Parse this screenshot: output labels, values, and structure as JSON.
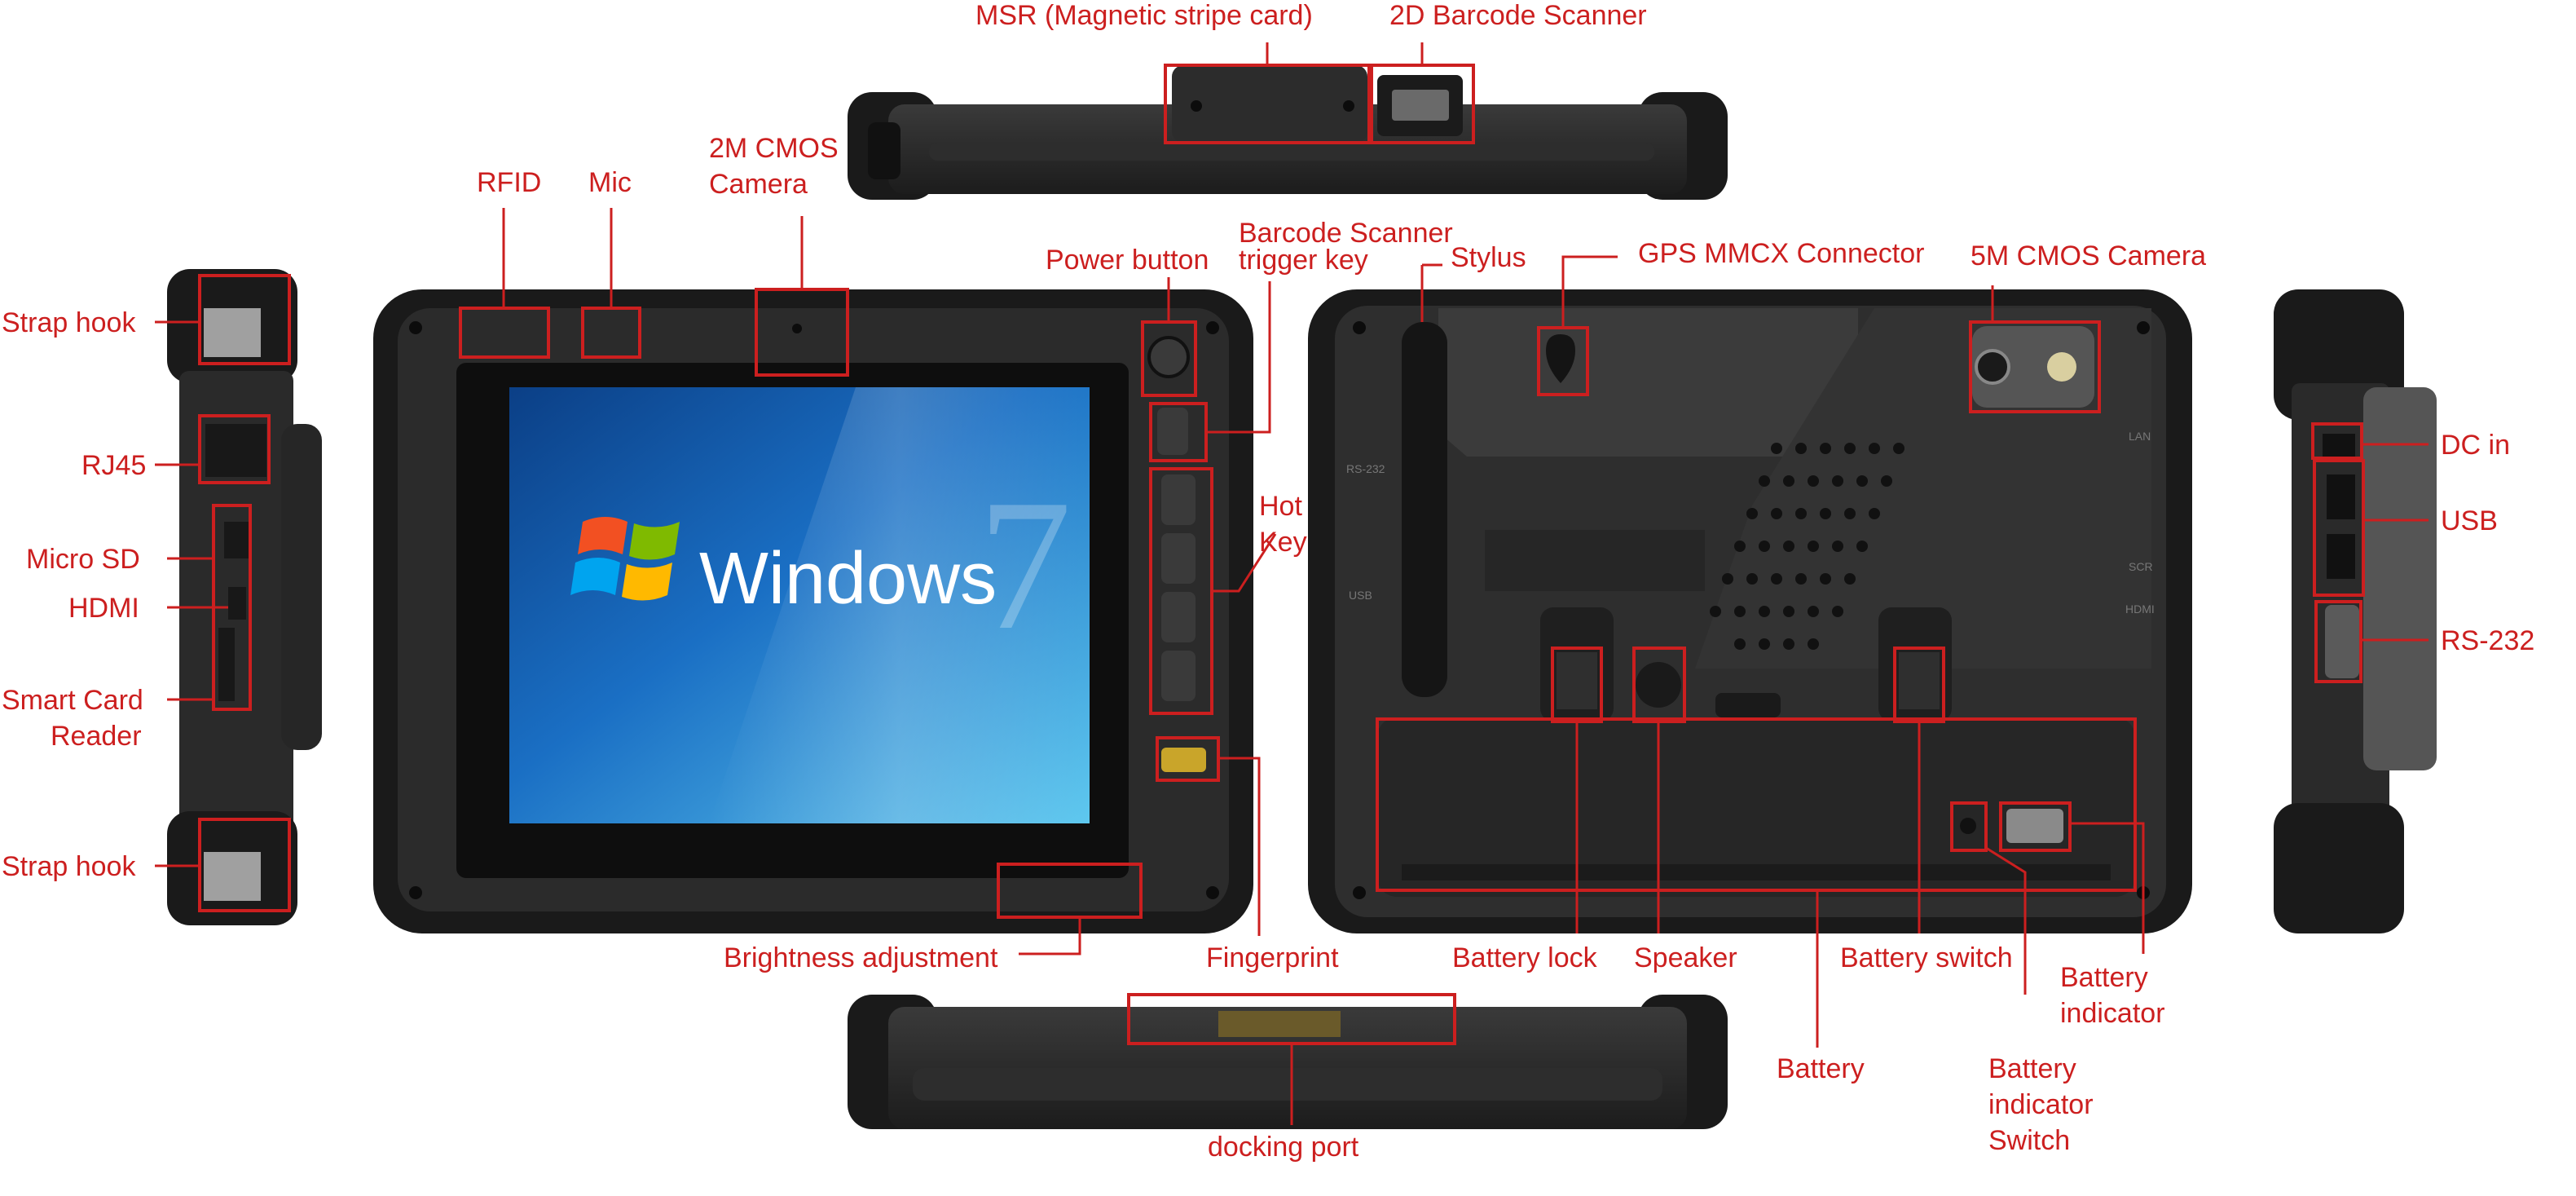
{
  "labels": {
    "msr": "MSR (Magnetic stripe card)",
    "barcode_2d": "2D Barcode Scanner",
    "rfid": "RFID",
    "mic": "Mic",
    "cam2m_line1": "2M CMOS",
    "cam2m_line2": "Camera",
    "power": "Power button",
    "trigger_line1": "Barcode Scanner",
    "trigger_line2": "trigger key",
    "hotkey_line1": "Hot",
    "hotkey_line2": "Key",
    "stylus": "Stylus",
    "gps": "GPS MMCX Connector",
    "cam5m": "5M CMOS Camera",
    "strap_top": "Strap hook",
    "rj45": "RJ45",
    "microsd": "Micro SD",
    "hdmi": "HDMI",
    "smartcard_line1": "Smart Card",
    "smartcard_line2": "Reader",
    "strap_bottom": "Strap hook",
    "brightness": "Brightness adjustment",
    "fingerprint": "Fingerprint",
    "battery_lock": "Battery lock",
    "speaker": "Speaker",
    "battery_switch": "Battery switch",
    "battery_ind_line1": "Battery",
    "battery_ind_line2": "indicator",
    "battery": "Battery",
    "bis_line1": "Battery",
    "bis_line2": "indicator",
    "bis_line3": "Switch",
    "docking": "docking port",
    "dc_in": "DC in",
    "usb": "USB",
    "rs232": "RS-232"
  },
  "screen": {
    "os_name": "Windows",
    "os_version": "7"
  },
  "device_markings": {
    "rs232": "RS-232",
    "usb": "USB",
    "lan": "LAN",
    "scr": "SCR",
    "hdmi": "HDMI"
  },
  "colors": {
    "callout": "#cc1f1f",
    "device_body": "#242424",
    "screen_blue": "#1a6fc4"
  }
}
